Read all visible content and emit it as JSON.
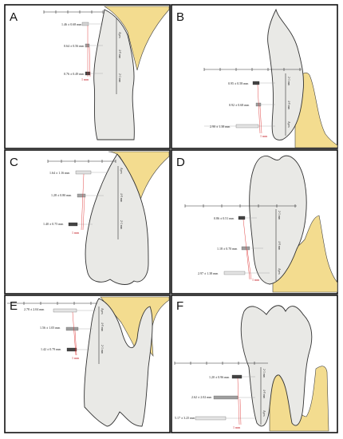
{
  "colors": {
    "bone": "#f3dc8f",
    "tooth": "#e9e9e6",
    "red": "#c0141c"
  },
  "panels": [
    {
      "letter": "A",
      "measurements": [
        "1.46 ± 0.68 mm",
        "0.64 ± 0.56 mm",
        "0.76 ± 0.49 mm"
      ],
      "one_mm": "1 mm",
      "axis": [
        "Apex",
        "4-9 mm",
        "2-3 mm"
      ]
    },
    {
      "letter": "B",
      "measurements": [
        "0.95 ± 0.58 mm",
        "0.92 ± 0.68 mm",
        "2.90 ± 1.38 mm"
      ],
      "one_mm": "1 mm",
      "axis": [
        "2-3 mm",
        "4-9 mm",
        "Apex"
      ]
    },
    {
      "letter": "C",
      "measurements": [
        "1.64 ± 1.16 mm",
        "1.28 ± 0.80 mm",
        "1.40 ± 0.75 mm"
      ],
      "one_mm": "1 mm",
      "axis": [
        "Apex",
        "4-9 mm",
        "2-3 mm"
      ]
    },
    {
      "letter": "D",
      "measurements": [
        "0.86 ± 0.51 mm",
        "1.18 ± 0.70 mm",
        "2.97 ± 1.38 mm"
      ],
      "one_mm": "1 mm",
      "axis": [
        "2-3 mm",
        "4-9 mm",
        "Apex"
      ]
    },
    {
      "letter": "E",
      "measurements": [
        "2.78 ± 2.04 mm",
        "1.56 ± 1.05 mm",
        "1.42 ± 0.79 mm"
      ],
      "one_mm": "1 mm",
      "axis": [
        "Apex",
        "4-9 mm",
        "2-3 mm"
      ]
    },
    {
      "letter": "F",
      "measurements": [
        "1.20 ± 0.96 mm",
        "2.62 ± 2.02 mm",
        "5.17 ± 3.25 mm"
      ],
      "one_mm": "1 mm",
      "axis": [
        "2-3 mm",
        "4-9 mm",
        "Apex"
      ]
    }
  ]
}
